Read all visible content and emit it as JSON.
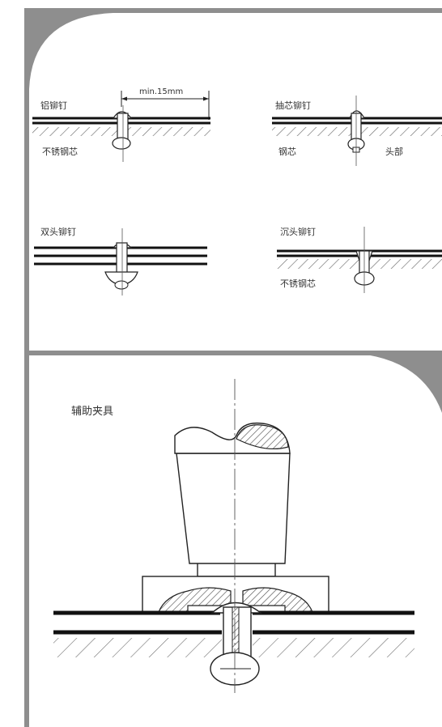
{
  "colors": {
    "frame_gray": "#8e8e8e",
    "line": "#222222",
    "hatch": "#7a7a7a",
    "background": "#ffffff"
  },
  "top_panel": {
    "diagrams": [
      {
        "title": "铝铆钉",
        "dimension": "min.15mm",
        "core_label": "不锈钢芯"
      },
      {
        "title": "抽芯铆钉",
        "left_label": "钢芯",
        "right_label": "头部"
      },
      {
        "title": "双头铆钉"
      },
      {
        "title": "沉头铆钉",
        "core_label": "不锈钢芯"
      }
    ]
  },
  "bottom_panel": {
    "title": "辅助夹具"
  }
}
